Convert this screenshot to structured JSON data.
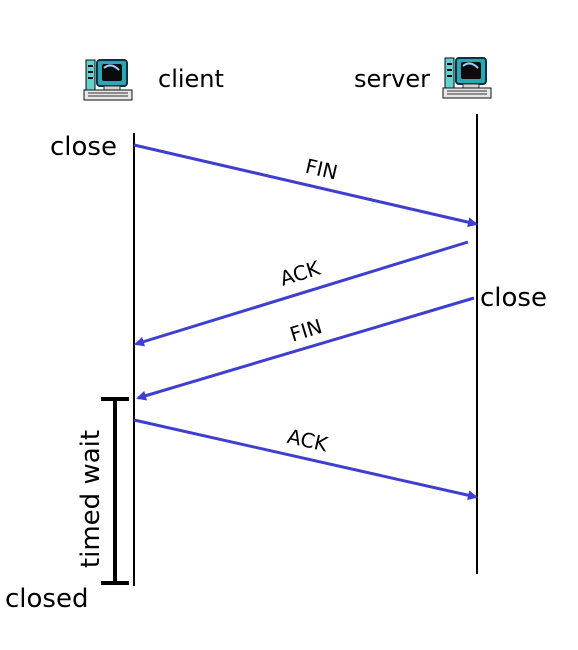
{
  "participants": {
    "client": "client",
    "server": "server"
  },
  "events": {
    "client_close": "close",
    "server_close": "close",
    "closed": "closed",
    "timed_wait": "timed wait"
  },
  "messages": [
    {
      "label": "FIN",
      "from": "client",
      "to": "server"
    },
    {
      "label": "ACK",
      "from": "server",
      "to": "client"
    },
    {
      "label": "FIN",
      "from": "server",
      "to": "client"
    },
    {
      "label": "ACK",
      "from": "client",
      "to": "server"
    }
  ],
  "colors": {
    "arrow": "#3f3fcf",
    "lifeline": "#000000",
    "text": "#000000"
  },
  "icons": {
    "client": "computer-icon",
    "server": "computer-icon"
  }
}
